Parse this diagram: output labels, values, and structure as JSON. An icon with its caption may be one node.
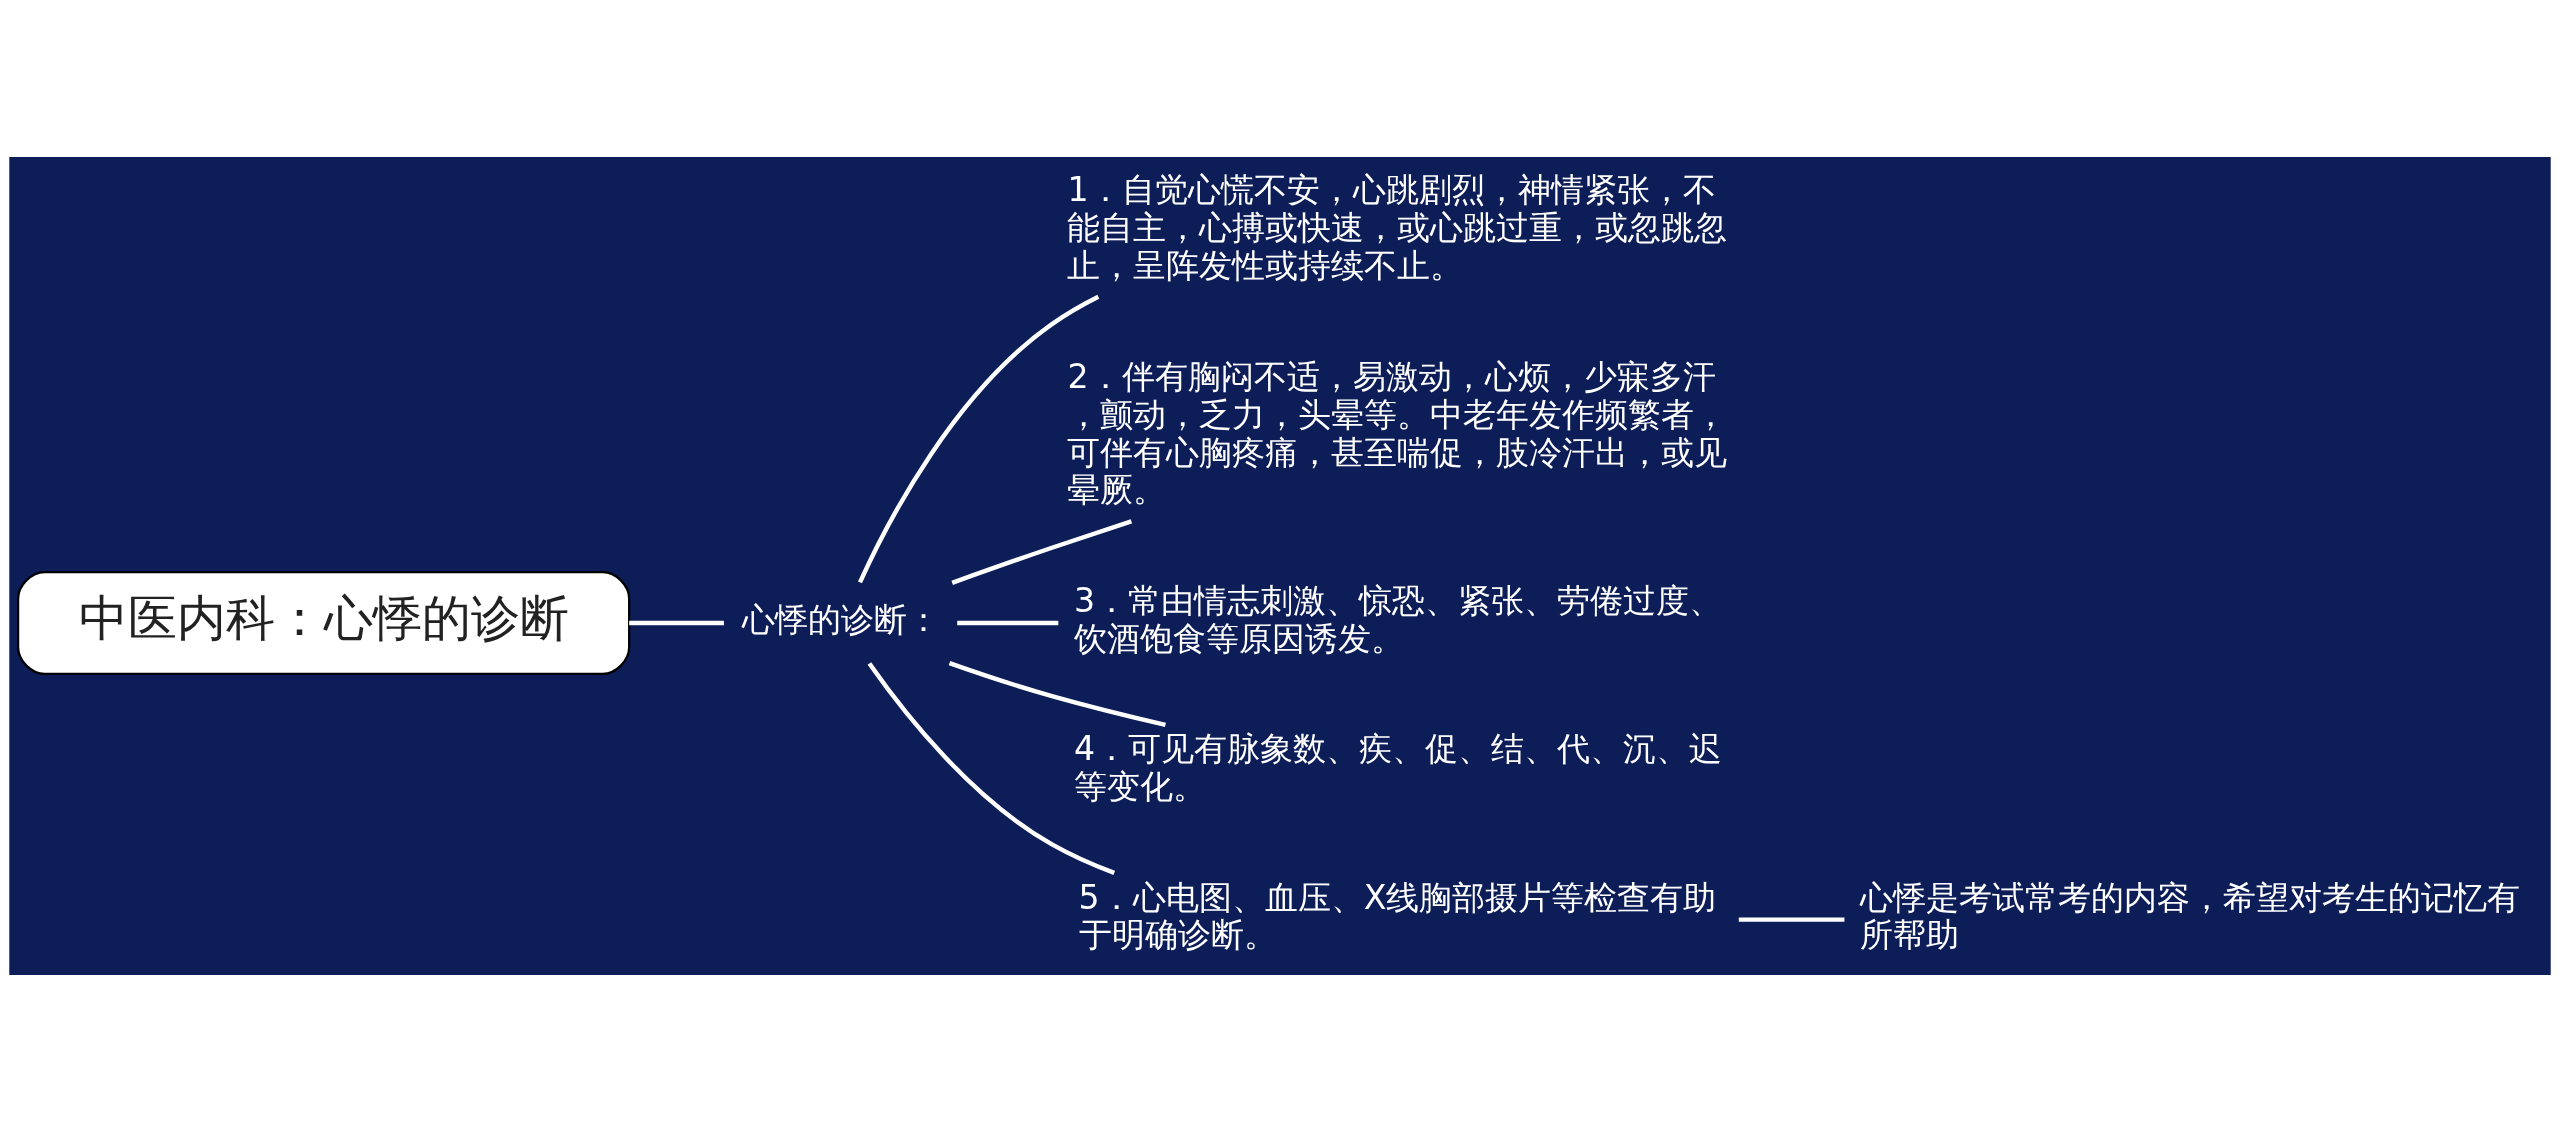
{
  "diagram": {
    "nodes": [
      {
        "text": [
          "中医内科：心悸的诊断"
        ]
      },
      {
        "text": [
          "心悸的诊断："
        ]
      },
      {
        "text": [
          "1．自觉心慌不安，心跳剧烈，神情紧张，不能自主，心搏或快速，或心跳过重，或忽跳忽止，呈阵发性或持续不止。"
        ]
      },
      {
        "text": [
          "2．伴有胸闷不适，易激动，心烦，少寐多汗，颤动，乏力，头晕等。中老年发作频繁者，可伴有心胸疼痛，甚至喘促，肢冷汗出，或见晕厥。"
        ]
      },
      {
        "text": [
          "3．常由情志刺激、惊恐、紧张、劳倦过度、饮酒饱食等原因诱发。"
        ]
      },
      {
        "text": [
          "4．可见有脉象数、疾、促、结、代、沉、迟等变化。"
        ]
      },
      {
        "text": [
          "5．心电图、血压、X线胸部摄片等检查有助于明确诊断。"
        ]
      },
      {
        "text": [
          "心悸是考试常考的内容，希望对考生的记忆有所帮助"
        ]
      }
    ],
    "edges": [
      {
        "from": 0,
        "to": 1,
        "arrow": "none"
      },
      {
        "from": 1,
        "to": 2,
        "arrow": "none"
      },
      {
        "from": 1,
        "to": 3,
        "arrow": "none"
      },
      {
        "from": 1,
        "to": 4,
        "arrow": "none"
      },
      {
        "from": 1,
        "to": 5,
        "arrow": "none"
      },
      {
        "from": 1,
        "to": 6,
        "arrow": "none"
      },
      {
        "from": 6,
        "to": 7,
        "arrow": "none"
      }
    ]
  }
}
